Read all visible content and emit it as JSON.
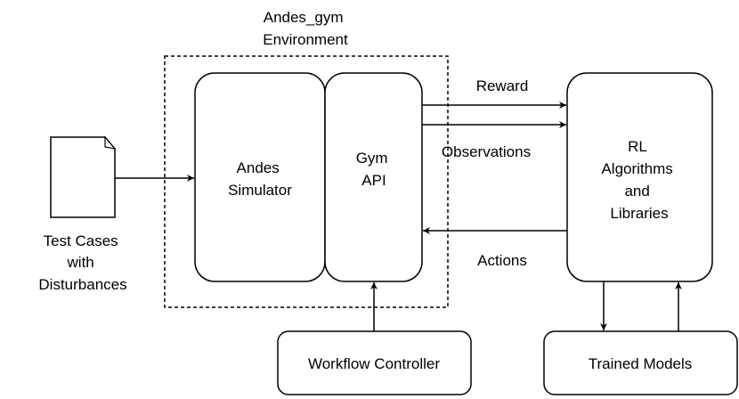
{
  "environment_label": [
    "Andes_gym",
    "Environment"
  ],
  "test_cases": [
    "Test Cases",
    "with",
    "Disturbances"
  ],
  "simulator": [
    "Andes",
    "Simulator"
  ],
  "gym_api": [
    "Gym",
    "API"
  ],
  "rl": [
    "RL",
    "Algorithms",
    "and",
    "Libraries"
  ],
  "workflow_controller": "Workflow Controller",
  "trained_models": "Trained Models",
  "edges": {
    "reward": "Reward",
    "observations": "Observations",
    "actions": "Actions"
  },
  "colors": {
    "stroke": "#000000",
    "fill": "#ffffff",
    "text": "#000000"
  }
}
